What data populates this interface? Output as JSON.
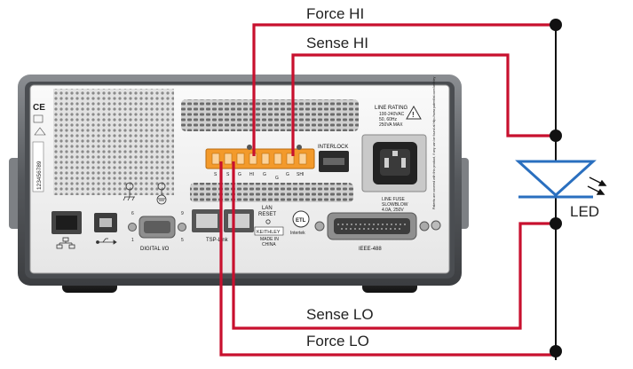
{
  "wires": {
    "force_hi": "Force HI",
    "sense_hi": "Sense HI",
    "sense_lo": "Sense LO",
    "force_lo": "Force LO"
  },
  "component": {
    "led": "LED"
  },
  "panel": {
    "ce_mark": "CE",
    "serial": "123456789",
    "line_rating_title": "LINE RATING",
    "line_rating_lines": [
      "100-240VAC",
      "50, 60Hz",
      "250VA MAX"
    ],
    "interlock": "INTERLOCK",
    "terminal_pins": [
      "S",
      "S",
      "G",
      "HI",
      "G",
      "G",
      "G",
      "SHI"
    ],
    "digital_io": "DIGITAL I/O",
    "pin_1": "1",
    "pin_5": "5",
    "pin_6": "6",
    "pin_9": "9",
    "tsp_link": "TSP-Link",
    "lan_reset_1": "LAN",
    "lan_reset_2": "RESET",
    "keithley": "KEITHLEY",
    "made_in_1": "MADE IN",
    "made_in_2": "CHINA",
    "intertek": "Intertek",
    "line_fuse_1": "LINE FUSE",
    "line_fuse_2": "SLOWBLOW",
    "line_fuse_3": "4.0A, 250V",
    "ieee": "IEEE-488",
    "patent": "Patents are covered with this product, if any can be found at http://www.patentlist.com/keithley"
  },
  "colors": {
    "wire": "#c8102e",
    "bus": "#111111",
    "led_blue": "#2a6fbf",
    "terminal": "#f39a2b",
    "panel": "#5b5e62"
  }
}
